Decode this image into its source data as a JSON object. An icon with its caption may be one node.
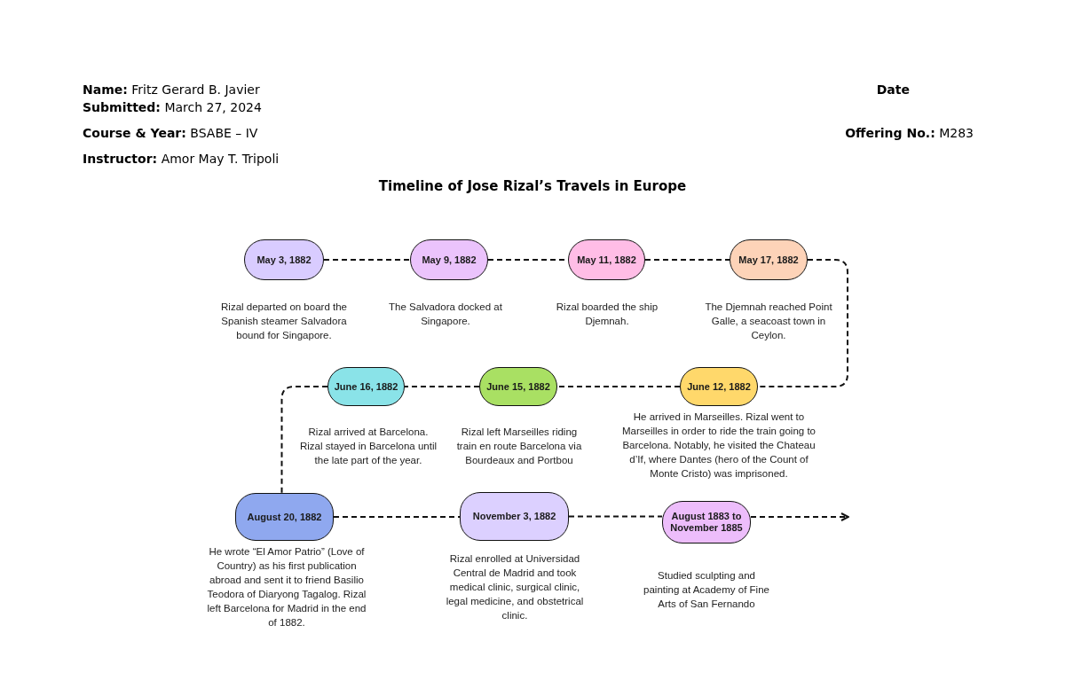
{
  "diagram": {
    "title": "Timeline of Jose Rizal’s Travels in Europe",
    "nodes": [
      {
        "text": [
          "May 3, 1882"
        ],
        "beside": [
          "Rizal departed on board the Spanish steamer Salvadora bound for Singapore."
        ]
      },
      {
        "text": [
          "May 9, 1882"
        ],
        "beside": [
          "The Salvadora docked at Singapore."
        ]
      },
      {
        "text": [
          "May 11, 1882"
        ],
        "beside": [
          "Rizal boarded the ship Djemnah."
        ]
      },
      {
        "text": [
          "May 17, 1882"
        ],
        "beside": [
          "The Djemnah reached Point Galle, a seacoast town in Ceylon."
        ]
      },
      {
        "text": [
          "June 12, 1882"
        ],
        "beside": [
          "He arrived in Marseilles. Rizal went to Marseilles in order to ride the train going to Barcelona. Notably, he visited the Chateau d’If, where Dantes (hero of the Count of Monte Cristo) was imprisoned."
        ]
      },
      {
        "text": [
          "June 15, 1882"
        ],
        "beside": [
          "Rizal left Marseilles riding train en route Barcelona via Bourdeaux and Portbou"
        ]
      },
      {
        "text": [
          "June 16, 1882"
        ],
        "beside": [
          "Rizal arrived at Barcelona. Rizal stayed in Barcelona until the late part of the year."
        ]
      },
      {
        "text": [
          "August 20, 1882"
        ],
        "beside": [
          "He wrote “El Amor Patrio” (Love of Country) as his first publication abroad and sent it to friend Basilio Teodora of Diaryong Tagalog. Rizal left Barcelona for Madrid in the end of 1882."
        ]
      },
      {
        "text": [
          "November 3, 1882"
        ],
        "beside": [
          "Rizal enrolled at Universidad Central de Madrid and took medical clinic, surgical clinic, legal medicine, and obstetrical clinic."
        ]
      },
      {
        "text": [
          "August 1883 to November 1885"
        ],
        "beside": [
          "Studied sculpting and painting at Academy of Fine Arts of San Fernando"
        ]
      }
    ],
    "edges": [
      {
        "from": 0,
        "to": 1,
        "arrow": "none",
        "style": "dashed"
      },
      {
        "from": 1,
        "to": 2,
        "arrow": "none",
        "style": "dashed"
      },
      {
        "from": 2,
        "to": 3,
        "arrow": "none",
        "style": "dashed"
      },
      {
        "from": 3,
        "to": 4,
        "arrow": "none",
        "style": "dashed"
      },
      {
        "from": 4,
        "to": 5,
        "arrow": "none",
        "style": "dashed"
      },
      {
        "from": 5,
        "to": 6,
        "arrow": "none",
        "style": "dashed"
      },
      {
        "from": 6,
        "to": 7,
        "arrow": "none",
        "style": "dashed"
      },
      {
        "from": 7,
        "to": 8,
        "arrow": "none",
        "style": "dashed"
      },
      {
        "from": 8,
        "to": 9,
        "arrow": "none",
        "style": "dashed"
      },
      {
        "from": 9,
        "to": null,
        "arrow": "to",
        "style": "dashed"
      }
    ],
    "labels": [
      "**Name:** Fritz Gerard B. Javier",
      "Date",
      "**Submitted:** March 27, 2024",
      "**Course & Year:** BSABE – IV",
      "**Offering No.:** M283",
      "**Instructor:** Amor May T. Tripoli"
    ]
  }
}
